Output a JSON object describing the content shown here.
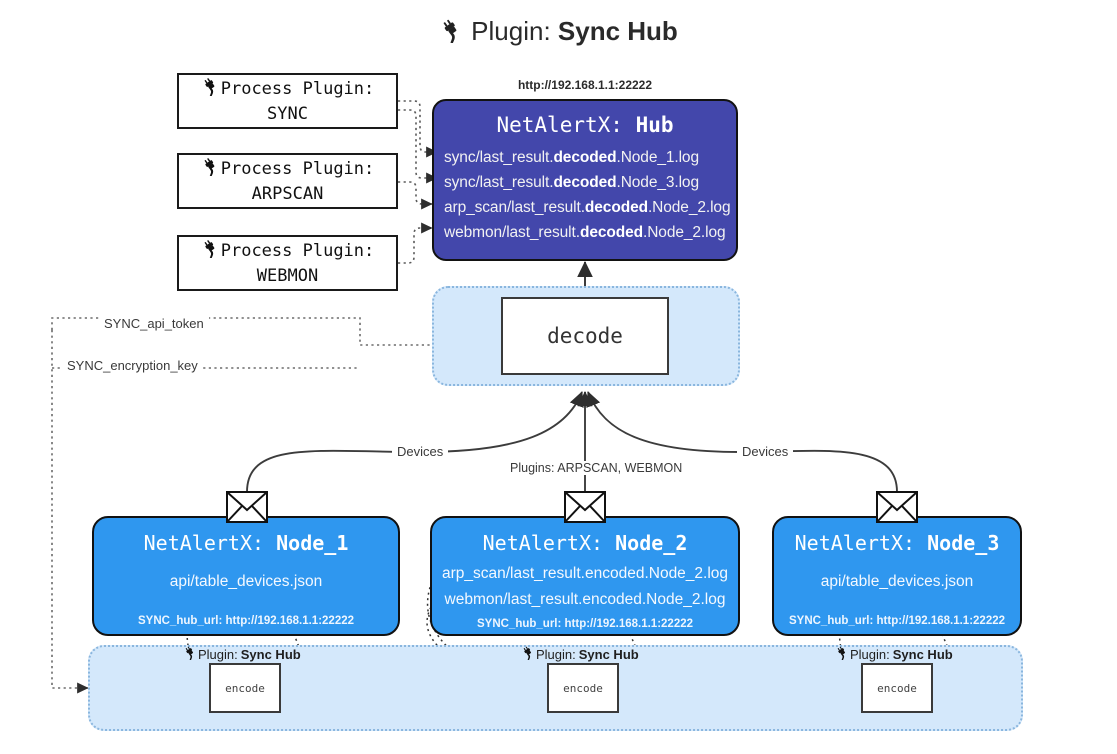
{
  "title": {
    "icon": "plug-icon",
    "prefix": "Plugin:",
    "name": "Sync Hub"
  },
  "colors": {
    "hub_fill": "#4347ab",
    "node_fill": "#2f97ef",
    "container_fill": "#d4e8fb",
    "container_border": "#8ab6de",
    "box_border": "#1a1a1a",
    "edge": "#3c3c3c"
  },
  "process_plugins": [
    {
      "line1": "Process Plugin:",
      "line2": "SYNC",
      "icon": "plug-icon"
    },
    {
      "line1": "Process Plugin:",
      "line2": "ARPSCAN",
      "icon": "plug-icon"
    },
    {
      "line1": "Process Plugin:",
      "line2": "WEBMON",
      "icon": "plug-icon"
    }
  ],
  "hub": {
    "url": "http://192.168.1.1:22222",
    "title_prefix": "NetAlertX:",
    "title_name": "Hub",
    "logs": [
      {
        "pre": "sync/last_result.",
        "bold": "decoded",
        "post": ".Node_1.log"
      },
      {
        "pre": "sync/last_result.",
        "bold": "decoded",
        "post": ".Node_3.log"
      },
      {
        "pre": "arp_scan/last_result.",
        "bold": "decoded",
        "post": ".Node_2.log"
      },
      {
        "pre": "webmon/last_result.",
        "bold": "decoded",
        "post": ".Node_2.log"
      }
    ]
  },
  "decode": {
    "label": "decode"
  },
  "secrets": [
    {
      "label": "SYNC_api_token"
    },
    {
      "label": "SYNC_encryption_key"
    }
  ],
  "edge_labels": {
    "devices_left": "Devices",
    "devices_right": "Devices",
    "plugins_center": "Plugins: ARPSCAN, WEBMON"
  },
  "nodes": [
    {
      "title_prefix": "NetAlertX:",
      "title_name": "Node_1",
      "lines": [
        "api/table_devices.json"
      ],
      "footer": "SYNC_hub_url: http://192.168.1.1:22222",
      "icon": "envelope-icon"
    },
    {
      "title_prefix": "NetAlertX:",
      "title_name": "Node_2",
      "lines": [
        "arp_scan/last_result.encoded.Node_2.log",
        "webmon/last_result.encoded.Node_2.log"
      ],
      "footer": "SYNC_hub_url: http://192.168.1.1:22222",
      "icon": "envelope-icon"
    },
    {
      "title_prefix": "NetAlertX:",
      "title_name": "Node_3",
      "lines": [
        "api/table_devices.json"
      ],
      "footer": "SYNC_hub_url: http://192.168.1.1:22222",
      "icon": "envelope-icon"
    }
  ],
  "encoders": [
    {
      "tag_prefix": "Plugin:",
      "tag_name": "Sync Hub",
      "label": "encode",
      "icon": "plug-icon"
    },
    {
      "tag_prefix": "Plugin:",
      "tag_name": "Sync Hub",
      "label": "encode",
      "icon": "plug-icon"
    },
    {
      "tag_prefix": "Plugin:",
      "tag_name": "Sync Hub",
      "label": "encode",
      "icon": "plug-icon"
    }
  ]
}
